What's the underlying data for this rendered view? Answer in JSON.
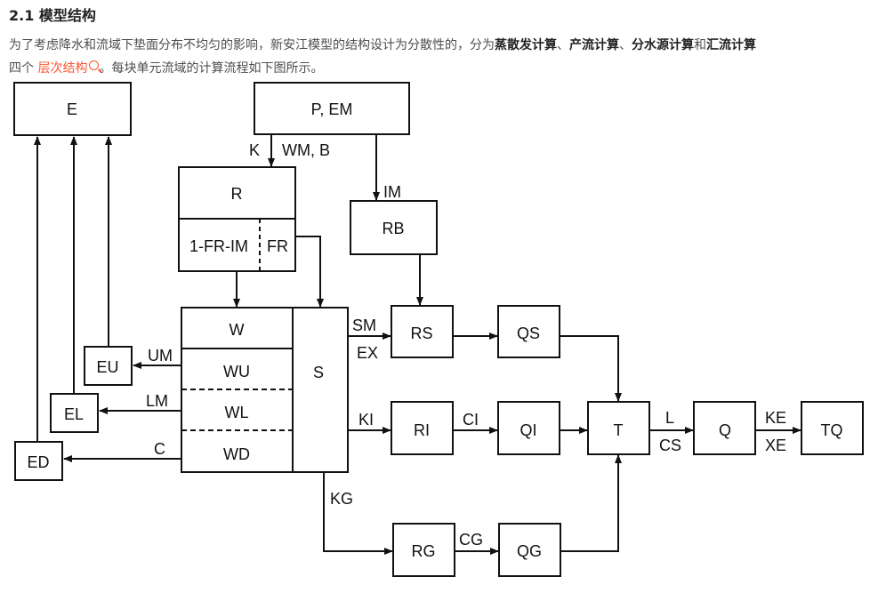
{
  "heading": "2.1 模型结构",
  "paragraph": {
    "p1": "为了考虑降水和流域下垫面分布不均匀的影响，新安江模型的结构设计为分散性的，分为",
    "b1": "蒸散发计算",
    "s1": "、",
    "b2": "产流计算",
    "s2": "、",
    "b3": "分水源计算",
    "s3": "和",
    "b4": "汇流计算",
    "p2": "四个 ",
    "link": "层次结构",
    "p3": "。每块单元流域的计算流程如下图所示。"
  },
  "link_color": "#fc5531",
  "diagram": {
    "nodes": {
      "E": "E",
      "PEM": "P, EM",
      "R": "R",
      "R1": "1-FR-IM",
      "FR": "FR",
      "RB": "RB",
      "W": "W",
      "WU": "WU",
      "WL": "WL",
      "WD": "WD",
      "S": "S",
      "EU": "EU",
      "EL": "EL",
      "ED": "ED",
      "RS": "RS",
      "QS": "QS",
      "RI": "RI",
      "QI": "QI",
      "RG": "RG",
      "QG": "QG",
      "T": "T",
      "Q": "Q",
      "TQ": "TQ"
    },
    "edge_labels": {
      "K": "K",
      "WMB": "WM, B",
      "IM": "IM",
      "UM": "UM",
      "LM": "LM",
      "C": "C",
      "SM": "SM",
      "EX": "EX",
      "KI": "KI",
      "KG": "KG",
      "CI": "CI",
      "CG": "CG",
      "L": "L",
      "CS": "CS",
      "KE": "KE",
      "XE": "XE"
    }
  }
}
